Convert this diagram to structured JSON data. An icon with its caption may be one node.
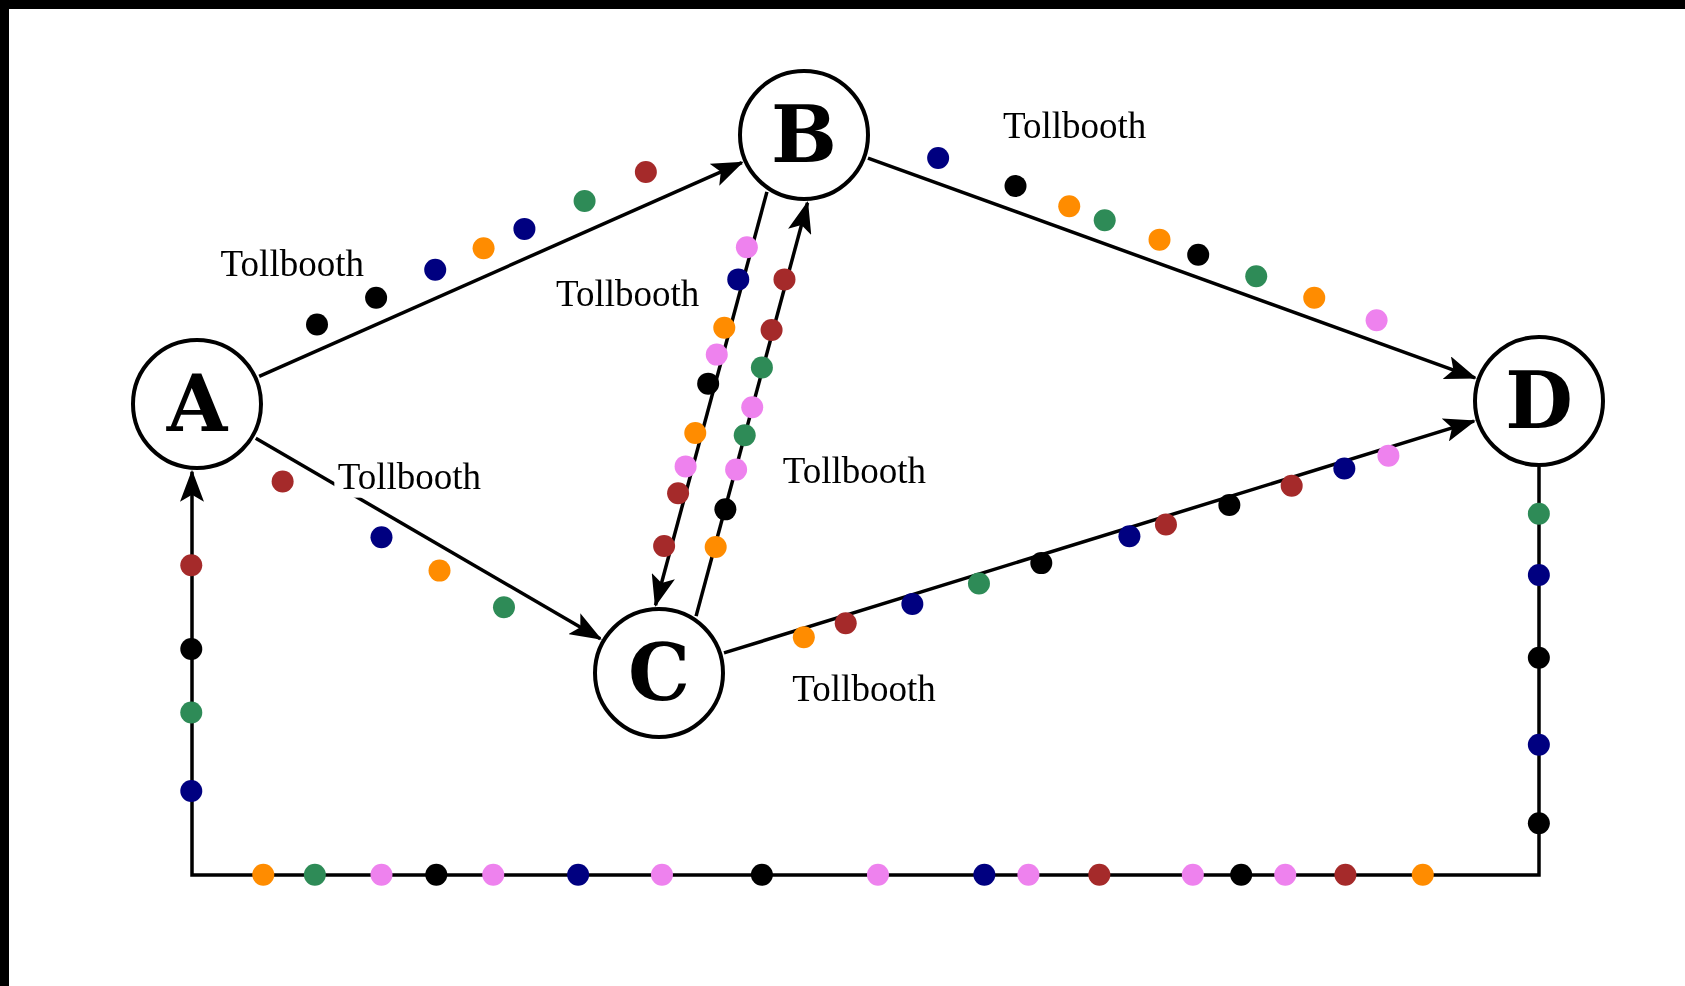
{
  "diagram": {
    "nodes": [
      {
        "text": [
          "A"
        ]
      },
      {
        "text": [
          "B"
        ]
      },
      {
        "text": [
          "C"
        ]
      },
      {
        "text": [
          "D"
        ]
      }
    ],
    "edges": [
      {
        "from": 0,
        "to": 1,
        "arrow": "to",
        "label": "Tollbooth"
      },
      {
        "from": 0,
        "to": 2,
        "arrow": "to",
        "label": "Tollbooth"
      },
      {
        "from": 1,
        "to": 2,
        "arrow": "to",
        "label": "Tollbooth"
      },
      {
        "from": 2,
        "to": 1,
        "arrow": "to",
        "label": "Tollbooth"
      },
      {
        "from": 1,
        "to": 3,
        "arrow": "to",
        "label": "Tollbooth"
      },
      {
        "from": 2,
        "to": 3,
        "arrow": "to",
        "label": "Tollbooth"
      },
      {
        "from": 3,
        "to": 0,
        "arrow": "to"
      }
    ]
  }
}
